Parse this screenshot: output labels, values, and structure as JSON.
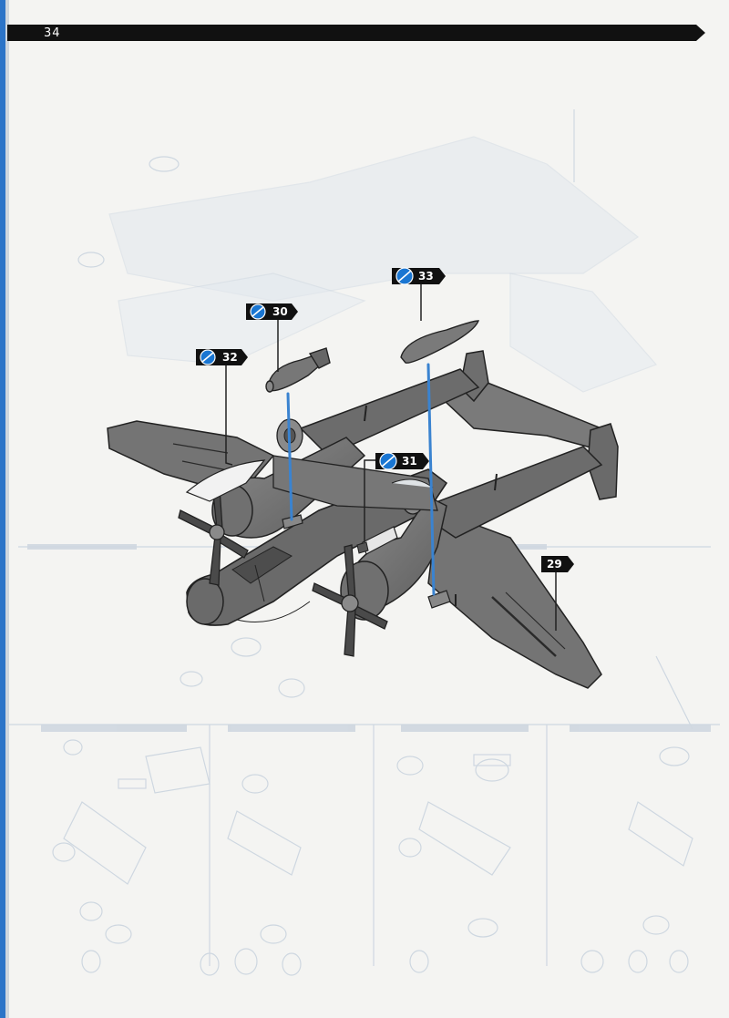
{
  "header": {
    "page_number": "34"
  },
  "callouts": [
    {
      "part": "30",
      "icon": "no-glue-icon"
    },
    {
      "part": "32",
      "icon": "no-glue-icon"
    },
    {
      "part": "33",
      "icon": "no-glue-icon"
    },
    {
      "part": "31",
      "icon": "no-glue-icon"
    },
    {
      "part": "29",
      "icon": ""
    }
  ],
  "colors": {
    "header": "#111111",
    "aircraft": "#6f6f6f",
    "aircraft_dark": "#3a3a3a",
    "leader_line": "#3a83d0",
    "ghost": "#cdd6e0"
  }
}
